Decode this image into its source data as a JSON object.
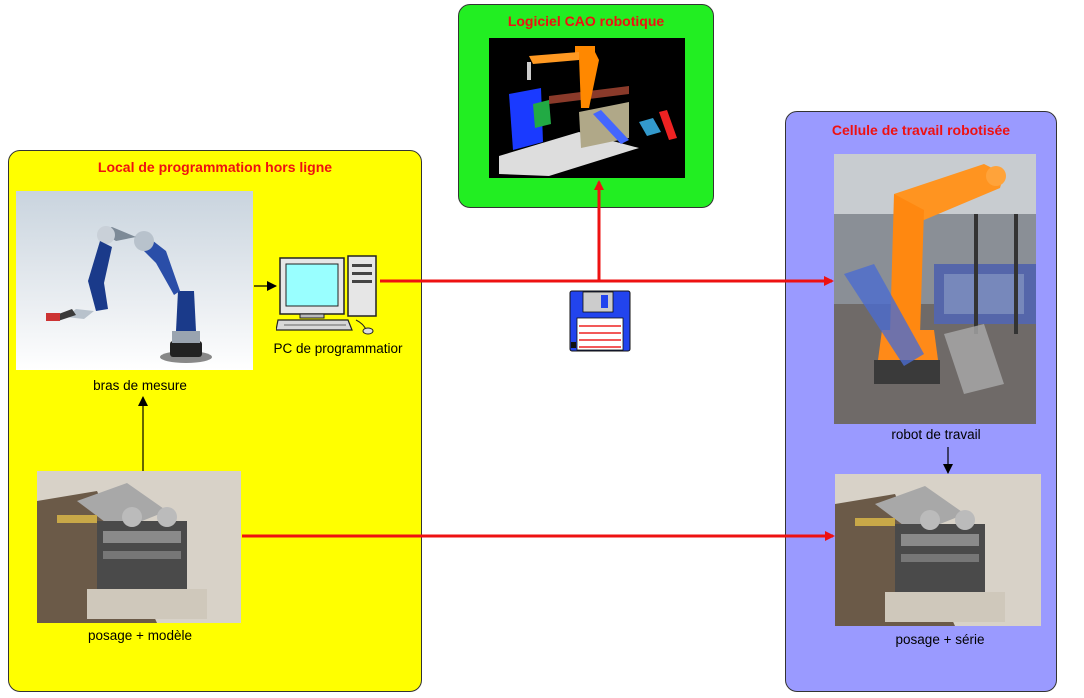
{
  "boxes": {
    "local": {
      "title": "Local de programmation hors ligne",
      "color": "#ffff00"
    },
    "cao": {
      "title": "Logiciel CAO robotique",
      "color": "#22ee22"
    },
    "cellule": {
      "title": "Cellule de travail robotisée",
      "color": "#9a9aff"
    }
  },
  "captions": {
    "bras": "bras de mesure",
    "pc": "PC de programmatior",
    "posage_modele": "posage + modèle",
    "robot": "robot de travail",
    "posage_serie": "posage + série"
  },
  "icons": {
    "measuring_arm": "measuring-arm-photo",
    "computer": "desktop-computer-icon",
    "floppy": "floppy-disk-icon",
    "cad_screen": "robot-cad-screenshot",
    "robot_cell": "industrial-robot-photo",
    "fixture": "fixture-photo"
  },
  "colors": {
    "flow_arrow": "#ee1111",
    "local_arrow": "#000000"
  }
}
